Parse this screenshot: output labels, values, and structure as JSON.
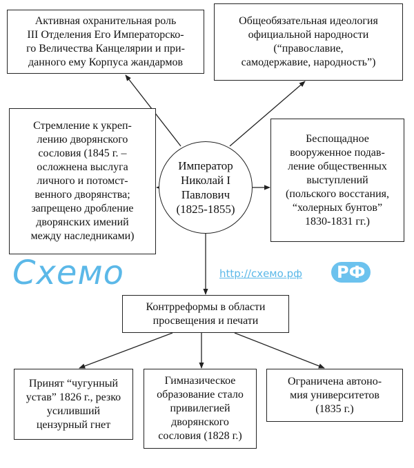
{
  "center": {
    "lines": [
      "Император",
      "Николай I",
      "Павлович",
      "(1825-1855)"
    ]
  },
  "top_left": {
    "lines": [
      "Активная охранительная роль",
      "III Отделения Его Императорско-",
      "го Величества Канцелярии и при-",
      "данного ему Корпуса жандармов"
    ]
  },
  "top_right": {
    "lines": [
      "Общеобязательная идеология",
      "официальной народности",
      "(“православие,",
      "самодержавие, народность”)"
    ]
  },
  "left": {
    "lines": [
      "Стремление к укреп-",
      "лению дворянского",
      "сословия (1845 г. –",
      "осложнена выслуга",
      "личного и потомст-",
      "венного дворянства;",
      "запрещено дробление",
      "дворянских имений",
      "между наследниками)"
    ]
  },
  "right": {
    "lines": [
      "Беспощадное",
      "вооруженное подав-",
      "ление общественных",
      "выступлений",
      "(польского восстания,",
      "“холерных бунтов”",
      "1830-1831 гг.)"
    ]
  },
  "middle": {
    "lines": [
      "Контрреформы в области",
      "просвещения и печати"
    ]
  },
  "bottom_left": {
    "lines": [
      "Принят “чугунный",
      "устав” 1826 г., резко",
      "усиливший",
      "цензурный гнет"
    ]
  },
  "bottom_mid": {
    "lines": [
      "Гимназическое",
      "образование стало",
      "привилегией",
      "дворянского",
      "сословия (1828 г.)"
    ]
  },
  "bottom_right": {
    "lines": [
      "Ограничена автоно-",
      "мия университетов",
      "(1835 г.)"
    ]
  },
  "watermark": {
    "logo": "Cхемо",
    "url": "http://схемо.рф",
    "rf": "РФ"
  }
}
